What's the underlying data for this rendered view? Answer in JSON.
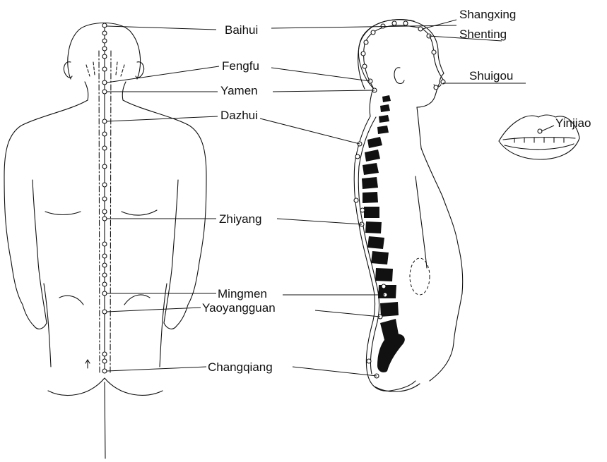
{
  "points": {
    "baihui": "Baihui",
    "fengfu": "Fengfu",
    "yamen": "Yamen",
    "dazhui": "Dazhui",
    "zhiyang": "Zhiyang",
    "mingmen": "Mingmen",
    "yaoyangguan": "Yaoyangguan",
    "changqiang": "Changqiang",
    "shangxing": "Shangxing",
    "shenting": "Shenting",
    "shuigou": "Shuigou",
    "yinjiao": "Yinjiao"
  }
}
